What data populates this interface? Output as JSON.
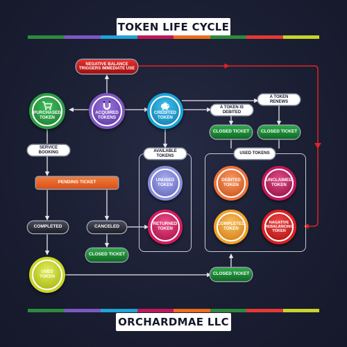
{
  "title": "TOKEN LIFE CYCLE",
  "footer": "ORCHARDMAE LLC",
  "stripe_colors": [
    "#2e8a3e",
    "#7e57c2",
    "#1fa3d8",
    "#c2185b",
    "#ef6c1a",
    "#2e8a3e",
    "#e53935",
    "#c6d42c"
  ],
  "nodes": {
    "purchased": "PURCHASED TOKEN",
    "acquired": "ACQUIRED TOKENS",
    "credited": "CREDITED TOKEN",
    "unused": "UNUSED TOKEN",
    "returned": "RETURNED TOKEN",
    "debited": "DEBITED TOKEN",
    "unclaimed": "UNCLAIMED TOKEN",
    "completed_token": "COMPLETED TOKEN",
    "negative_rebalancing": "NAGATIVE REBALANCING TOKEN",
    "used": "USED TOKEN"
  },
  "labels": {
    "negative_balance": "NEGATIVE BALANCE TRIGGERS IMMEDIATE USE",
    "a_token_renews": "A TOKEN RENEWS",
    "a_token_is_debited": "A TOKEN IS DEBITED",
    "closed_ticket_1": "CLOSED TICKET",
    "closed_ticket_2": "CLOSED TICKET",
    "closed_ticket_3": "CLOSED TICKET",
    "closed_ticket_4": "CLOSED TICKET",
    "service_booking": "SERVICE BOOKING",
    "available_tokens": "AVAILABLE TOKENS",
    "used_tokens": "USED TOKENS",
    "pending_ticket": "PENDING TICKET",
    "completed": "COMPLETED",
    "canceled": "CANCELED"
  },
  "icons": {
    "purchased": "shopping-cart-icon",
    "acquired": "magnet-icon",
    "credited": "piggy-bank-icon"
  },
  "colors": {
    "purchased": "#2e9b46",
    "acquired": "#7e57c2",
    "credited": "#1aa3d9",
    "unused": "#8a8fd6",
    "returned": "#d81b60",
    "debited": "#f07236",
    "unclaimed": "#c2185b",
    "completed_token": "#f3a12b",
    "negative_rebalancing": "#e02020",
    "used": "#c8d62a"
  }
}
